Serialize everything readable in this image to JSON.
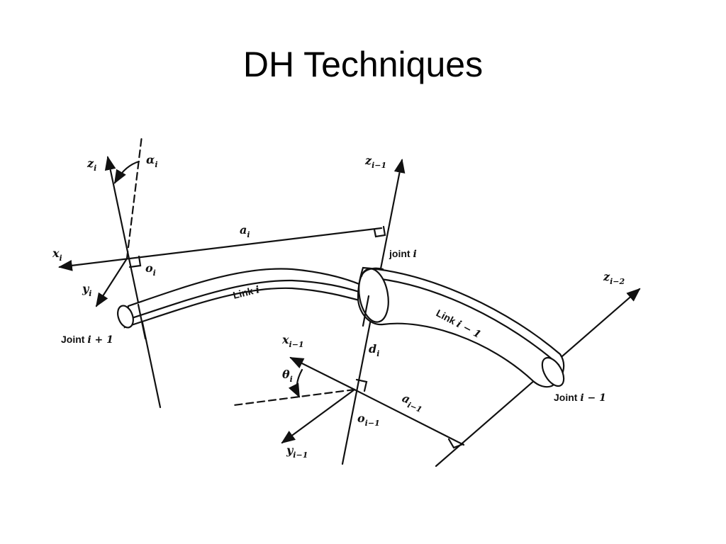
{
  "title": "DH Techniques",
  "labels": {
    "z_i": "z",
    "z_i_sub": "i",
    "alpha_i": "α",
    "alpha_i_sub": "i",
    "z_im1": "z",
    "z_im1_sub": "i−1",
    "a_i": "a",
    "a_i_sub": "i",
    "x_i": "x",
    "x_i_sub": "i",
    "o_i": "o",
    "o_i_sub": "i",
    "y_i": "y",
    "y_i_sub": "i",
    "joint_i": "joint",
    "joint_i_var": "i",
    "link_i": "Link",
    "link_i_var": "i",
    "z_im2": "z",
    "z_im2_sub": "i−2",
    "link_im1": "Link",
    "link_im1_var": "i − 1",
    "joint_ip1": "Joint",
    "joint_ip1_var": "i + 1",
    "x_im1": "x",
    "x_im1_sub": "i−1",
    "d_i": "d",
    "d_i_sub": "i",
    "theta_i": "θ",
    "theta_i_sub": "i",
    "a_im1": "a",
    "a_im1_sub": "i−1",
    "o_im1": "o",
    "o_im1_sub": "i−1",
    "y_im1": "y",
    "y_im1_sub": "i−1",
    "joint_im1": "Joint",
    "joint_im1_var": "i − 1"
  }
}
